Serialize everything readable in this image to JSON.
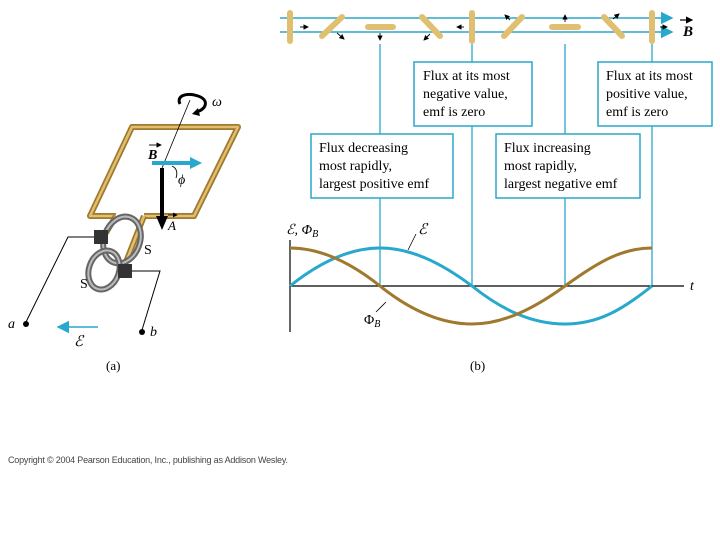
{
  "top_strip": {
    "field_label": "B"
  },
  "callouts": [
    {
      "id": "neg",
      "lines": [
        "Flux at its most",
        "negative value,",
        "emf is zero"
      ]
    },
    {
      "id": "pos",
      "lines": [
        "Flux at its most",
        "positive value,",
        "emf is zero"
      ]
    },
    {
      "id": "dec",
      "lines": [
        "Flux decreasing",
        "most rapidly,",
        "largest positive emf"
      ]
    },
    {
      "id": "inc",
      "lines": [
        "Flux increasing",
        "most rapidly,",
        "largest negative emf"
      ]
    }
  ],
  "graph": {
    "y_axis_label_emf": "ℰ",
    "y_axis_label_sep": ", ",
    "y_axis_label_phi": "Φ",
    "y_axis_label_phi_sub": "B",
    "x_axis_label": "t",
    "emf_curve_label": "ℰ",
    "flux_curve_label": "Φ",
    "flux_curve_label_sub": "B",
    "panel_label": "(b)"
  },
  "apparatus": {
    "omega_label": "ω",
    "B_label": "B",
    "phi_label": "ϕ",
    "A_label": "A",
    "S_upper": "S",
    "S_lower": "S",
    "a_label": "a",
    "b_label": "b",
    "emf_label": "ℰ",
    "panel_label": "(a)"
  },
  "copyright": "Copyright © 2004 Pearson Education, Inc., publishing as Addison Wesley.",
  "colors": {
    "cyan": "#28a8cc",
    "gold": "#e0c070",
    "brown": "#a0782e",
    "black": "#000000"
  }
}
